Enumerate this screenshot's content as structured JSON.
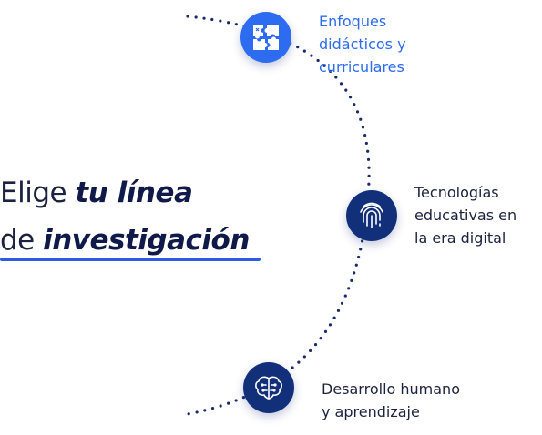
{
  "headline": {
    "line1_plain": "Elige ",
    "line1_emph": "tu línea",
    "line2_plain": "de ",
    "line2_emph": "investigación"
  },
  "topics": [
    {
      "label": "Enfoques\ndidácticos y\ncurriculares",
      "icon": "puzzle-icon",
      "color": "#2d6cf0",
      "text_color": "#2d6cf0"
    },
    {
      "label": "Tecnologías\neducativas en\nla era digital",
      "icon": "fingerprint-icon",
      "color": "#12307a",
      "text_color": "#1c2240"
    },
    {
      "label": "Desarrollo humano\ny aprendizaje",
      "icon": "brain-icon",
      "color": "#12307a",
      "text_color": "#1c2240"
    }
  ],
  "colors": {
    "accent": "#2d5be3",
    "dots": "#1a2a6c",
    "heading": "#1c2240"
  }
}
